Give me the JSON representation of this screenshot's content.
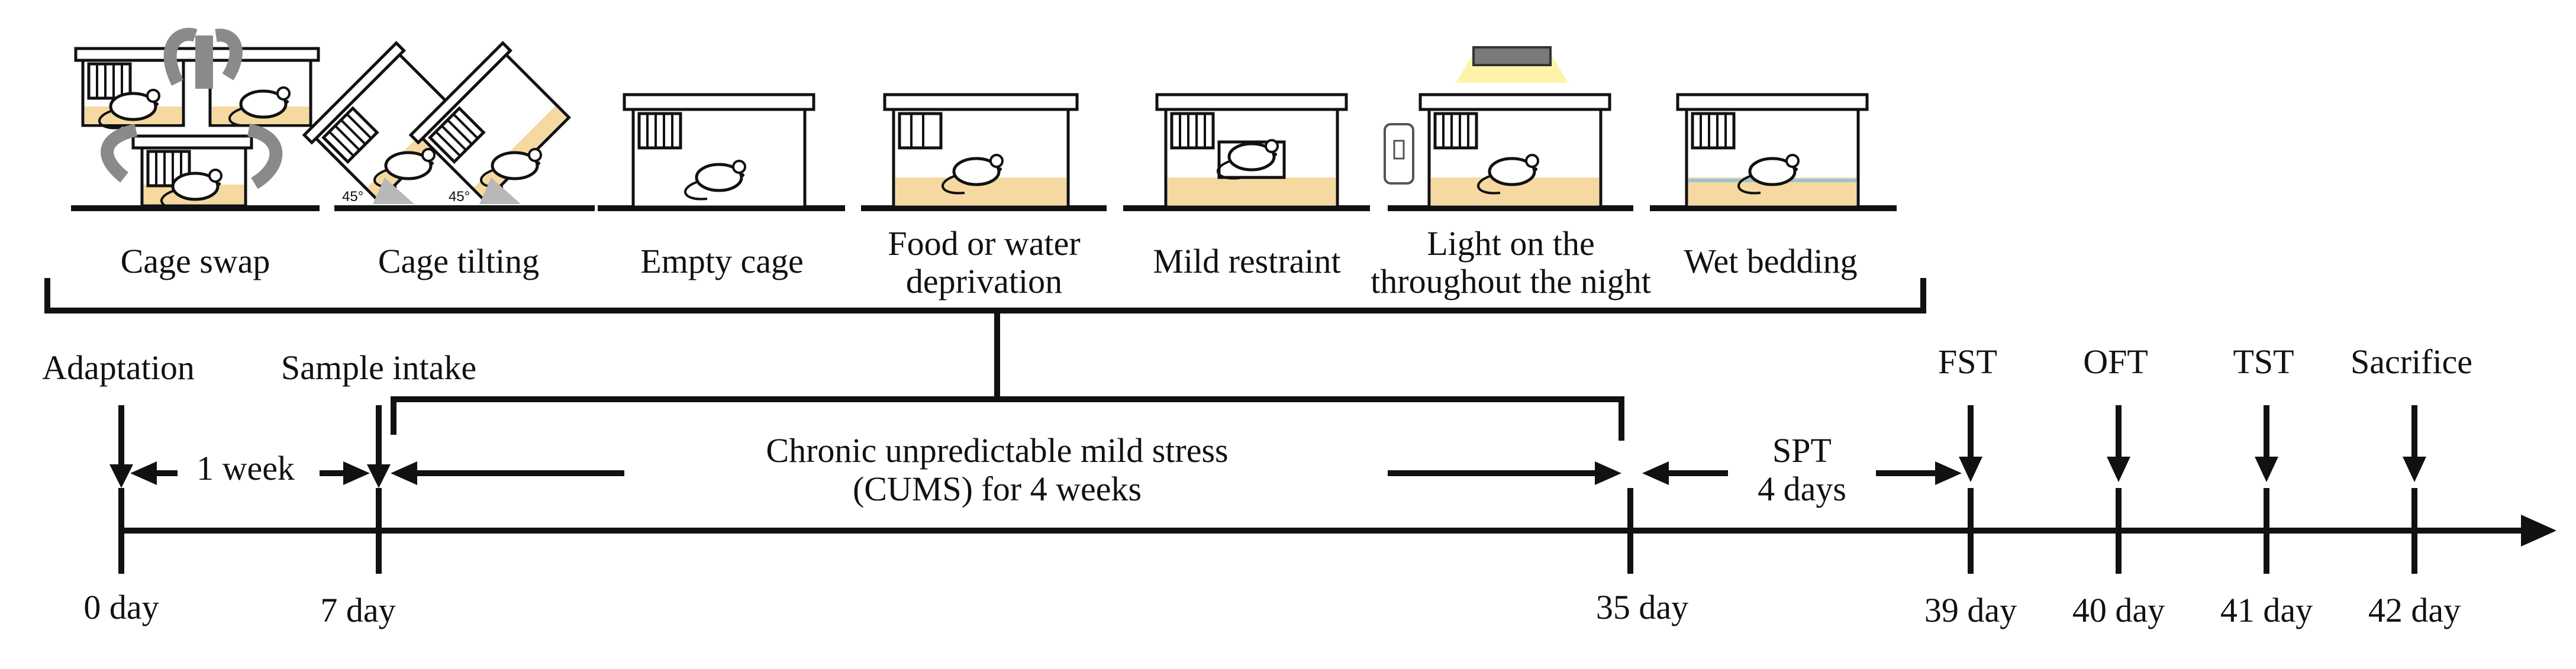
{
  "stressors": [
    {
      "label": "Cage swap",
      "label_line2": ""
    },
    {
      "label": "Cage tilting",
      "label_line2": ""
    },
    {
      "label": "Empty cage",
      "label_line2": ""
    },
    {
      "label": "Food or water",
      "label_line2": "deprivation"
    },
    {
      "label": "Mild restraint",
      "label_line2": ""
    },
    {
      "label": "Light on the",
      "label_line2": "throughout the night"
    },
    {
      "label": "Wet bedding",
      "label_line2": ""
    }
  ],
  "tilt_angle": "45°",
  "timeline": {
    "events_top": {
      "adaptation": "Adaptation",
      "sample_intake": "Sample intake",
      "fst": "FST",
      "oft": "OFT",
      "tst": "TST",
      "sacrifice": "Sacrifice"
    },
    "intervals": {
      "one_week": "1 week",
      "cums_line1": "Chronic unpredictable mild stress",
      "cums_line2": "(CUMS) for 4 weeks",
      "spt_line1": "SPT",
      "spt_line2": "4 days"
    },
    "days": {
      "d0": "0 day",
      "d7": "7 day",
      "d35": "35 day",
      "d39": "39 day",
      "d40": "40 day",
      "d41": "41 day",
      "d42": "42 day"
    }
  },
  "colors": {
    "bedding": "#f6d9a0",
    "line": "#111111",
    "arrow_gray": "#8a8a8a",
    "lamp": "#7a7a7a",
    "light_glow": "#fff3a8"
  }
}
